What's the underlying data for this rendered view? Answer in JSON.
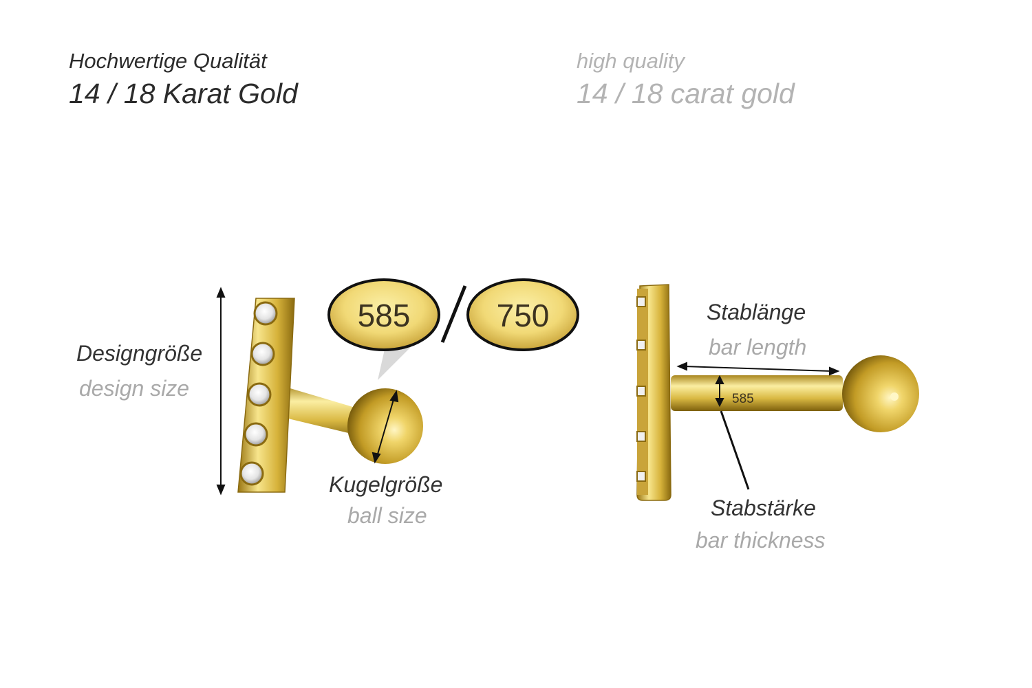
{
  "header": {
    "de_sub": "Hochwertige Qualität",
    "de_main": "14 / 18 Karat Gold",
    "en_sub": "high quality",
    "en_main": "14 / 18 carat gold"
  },
  "left_piercing": {
    "design_size_de": "Designgröße",
    "design_size_en": "design size",
    "ball_size_de": "Kugelgröße",
    "ball_size_en": "ball size",
    "hallmark_1": "585",
    "hallmark_separator": "/",
    "hallmark_2": "750",
    "stone_count": 5
  },
  "right_piercing": {
    "bar_length_de": "Stablänge",
    "bar_length_en": "bar length",
    "bar_thickness_de": "Stabstärke",
    "bar_thickness_en": "bar thickness",
    "engraving": "585"
  },
  "colors": {
    "gold_light": "#f6e58a",
    "gold_mid": "#d8b53a",
    "gold_dark": "#8a6a10",
    "dark_text": "#2b2b2b",
    "gray_text": "#b3b3b3"
  }
}
